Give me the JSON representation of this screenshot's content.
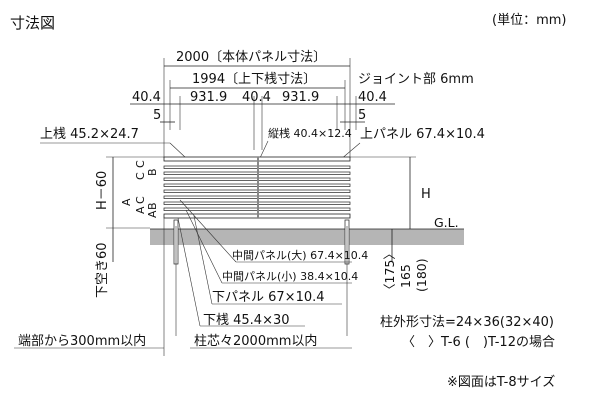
{
  "title": "寸法図",
  "unit_note": "(単位：mm)",
  "dims": {
    "overall": "2000〔本体パネル寸法〕",
    "rail_length": "1994〔上下桟寸法〕",
    "joint": "ジョイント部 6mm",
    "left_post": "40.4",
    "span_a": "931.9",
    "center_post": "40.4",
    "span_b": "931.9",
    "right_post": "40.4",
    "left_5": "5",
    "right_5": "5"
  },
  "labels": {
    "top_rail": "上桟 45.2×24.7",
    "vertical_rail": "縦桟 40.4×12.4",
    "top_panel": "上パネル 67.4×10.4",
    "mid_panel_large": "中間パネル(大) 67.4×10.4",
    "mid_panel_small": "中間パネル(小) 38.4×10.4",
    "bottom_panel": "下パネル 67×10.4",
    "bottom_rail": "下桟 45.4×30",
    "post_pitch": "柱芯々2000mm以内",
    "end_note": "端部から300mm以内",
    "height_h60": "H－60",
    "height_h": "H",
    "gl": "G.L.",
    "clearance": "下空き60",
    "embed_175": "〈175〉",
    "embed_165": "165",
    "embed_180": "(180)",
    "post_size_line1": "柱外形寸法=24×36(32×40)",
    "post_size_line2": "〈　〉T-6 (　)T-12の場合",
    "figure_note": "※図面はT-8サイズ"
  },
  "gap_labels": {
    "c1": "C",
    "c2": "C",
    "b1": "B",
    "a1": "A",
    "c3": "C",
    "a2": "A",
    "b2": "B",
    "a3": "A"
  }
}
